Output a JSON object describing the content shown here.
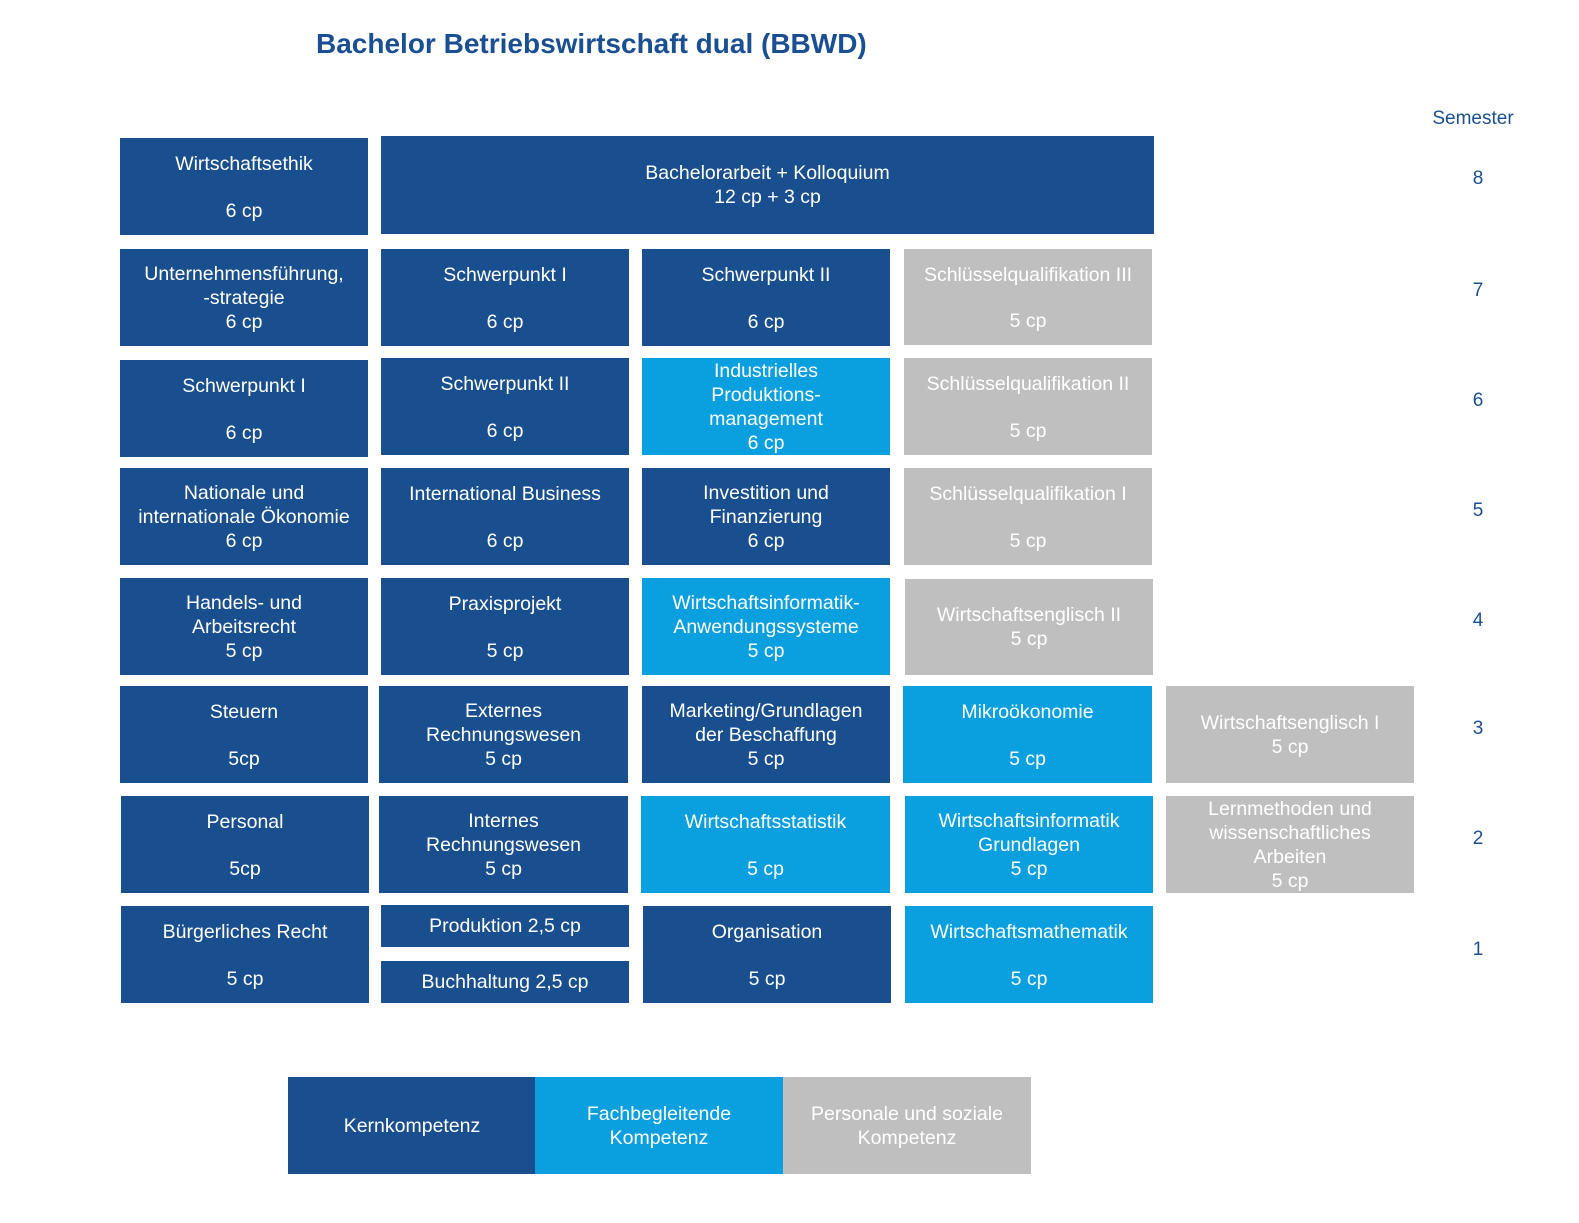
{
  "title": "Bachelor Betriebswirtschaft dual (BBWD)",
  "semester_header": "Semester",
  "colors": {
    "kernkompetenz": "#1a4f8f",
    "fachbegleitend": "#0aa0e0",
    "personal_sozial": "#bfbfbf",
    "title": "#1b4f93"
  },
  "semesters": [
    "8",
    "7",
    "6",
    "5",
    "4",
    "3",
    "2",
    "1"
  ],
  "modules": {
    "s8": {
      "ethik": {
        "name": "Wirtschaftsethik",
        "cp": "6 cp"
      },
      "bachelorarbeit": {
        "name": "Bachelorarbeit + Kolloquium",
        "cp": "12 cp + 3 cp"
      }
    },
    "s7": {
      "unternehmensfuehrung": {
        "l1": "Unternehmensführung,",
        "l2": "-strategie",
        "l3": "6 cp"
      },
      "schwerpunkt1": {
        "name": "Schwerpunkt I",
        "cp": "6 cp"
      },
      "schwerpunkt2": {
        "name": "Schwerpunkt II",
        "cp": "6 cp"
      },
      "sq3": {
        "name": "Schlüsselqualifikation III",
        "cp": "5 cp"
      }
    },
    "s6": {
      "schwerpunkt1": {
        "name": "Schwerpunkt I",
        "cp": "6 cp"
      },
      "schwerpunkt2": {
        "name": "Schwerpunkt II",
        "cp": "6 cp"
      },
      "industrielles": {
        "l1": "Industrielles",
        "l2": "Produktions-",
        "l3": "management",
        "l4": "6 cp"
      },
      "sq2": {
        "name": "Schlüsselqualifikation II",
        "cp": "5 cp"
      }
    },
    "s5": {
      "oekonomie": {
        "l1": "Nationale und",
        "l2": "internationale Ökonomie",
        "l3": "6 cp"
      },
      "intbusiness": {
        "name": "International Business",
        "cp": "6 cp"
      },
      "investition": {
        "l1": "Investition und",
        "l2": "Finanzierung",
        "l3": "6 cp"
      },
      "sq1": {
        "name": "Schlüsselqualifikation I",
        "cp": "5 cp"
      }
    },
    "s4": {
      "handelsrecht": {
        "l1": "Handels- und",
        "l2": "Arbeitsrecht",
        "l3": "5 cp"
      },
      "praxisprojekt": {
        "name": "Praxisprojekt",
        "cp": "5 cp"
      },
      "wi_anwendung": {
        "l1": "Wirtschaftsinformatik-",
        "l2": "Anwendungssysteme",
        "l3": "5 cp"
      },
      "englisch2": {
        "l1": "Wirtschaftsenglisch II",
        "l2": "5 cp"
      }
    },
    "s3": {
      "steuern": {
        "name": "Steuern",
        "cp": "5cp"
      },
      "externes": {
        "l1": "Externes",
        "l2": "Rechnungswesen",
        "l3": "5 cp"
      },
      "marketing": {
        "l1": "Marketing/Grundlagen",
        "l2": "der Beschaffung",
        "l3": "5 cp"
      },
      "mikro": {
        "name": "Mikroökonomie",
        "cp": "5 cp"
      },
      "englisch1": {
        "l1": "Wirtschaftsenglisch I",
        "l2": "5 cp"
      }
    },
    "s2": {
      "personal": {
        "name": "Personal",
        "cp": "5cp"
      },
      "internes": {
        "l1": "Internes",
        "l2": "Rechnungswesen",
        "l3": "5 cp"
      },
      "statistik": {
        "name": "Wirtschaftsstatistik",
        "cp": "5 cp"
      },
      "wi_grundlagen": {
        "l1": "Wirtschaftsinformatik",
        "l2": "Grundlagen",
        "l3": "5 cp"
      },
      "lernmethoden": {
        "l1": "Lernmethoden und",
        "l2": "wissenschaftliches",
        "l3": "Arbeiten",
        "l4": "5 cp"
      }
    },
    "s1": {
      "buergerliches": {
        "name": "Bürgerliches Recht",
        "cp": "5 cp"
      },
      "produktion": "Produktion 2,5 cp",
      "buchhaltung": "Buchhaltung 2,5 cp",
      "organisation": {
        "name": "Organisation",
        "cp": "5 cp"
      },
      "mathematik": {
        "name": "Wirtschaftsmathematik",
        "cp": "5 cp"
      }
    }
  },
  "legend": {
    "kern": "Kernkompetenz",
    "fach_l1": "Fachbegleitende",
    "fach_l2": "Kompetenz",
    "pers_l1": "Personale und soziale",
    "pers_l2": "Kompetenz"
  }
}
